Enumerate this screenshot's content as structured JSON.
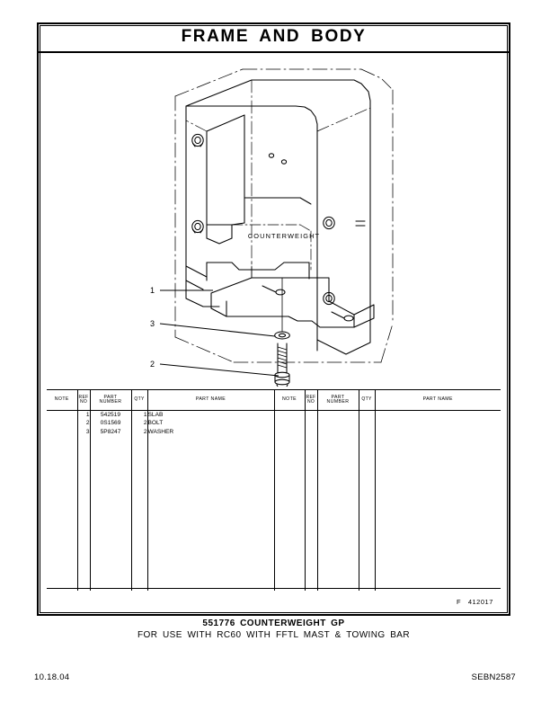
{
  "header": {
    "title": "FRAME AND BODY"
  },
  "illustration": {
    "part_label": "COUNTERWEIGHT",
    "callouts": [
      {
        "ref": "1",
        "name": "slab-callout"
      },
      {
        "ref": "3",
        "name": "washer-callout"
      },
      {
        "ref": "2",
        "name": "bolt-callout"
      }
    ]
  },
  "parts_table": {
    "columns": {
      "note": "NOTE",
      "ref_no_line1": "REF",
      "ref_no_line2": "NO",
      "part_number_line1": "PART",
      "part_number_line2": "NUMBER",
      "qty": "QTY",
      "part_name": "PART NAME"
    },
    "left_rows": [
      {
        "note": "",
        "ref_no": "1",
        "part_number": "542519",
        "qty": "1",
        "part_name": "SLAB"
      },
      {
        "note": "",
        "ref_no": "2",
        "part_number": "0S1569",
        "qty": "2",
        "part_name": "BOLT"
      },
      {
        "note": "",
        "ref_no": "3",
        "part_number": "5P8247",
        "qty": "2",
        "part_name": "WASHER"
      }
    ],
    "right_rows": []
  },
  "drawing_reference": "F   412017",
  "caption": {
    "title": "551776 COUNTERWEIGHT GP",
    "subtitle": "FOR USE WITH RC60 WITH FFTL MAST & TOWING BAR"
  },
  "footer": {
    "date": "10.18.04",
    "document_code": "SEBN2587"
  },
  "colors": {
    "ink": "#000000",
    "paper": "#ffffff"
  }
}
